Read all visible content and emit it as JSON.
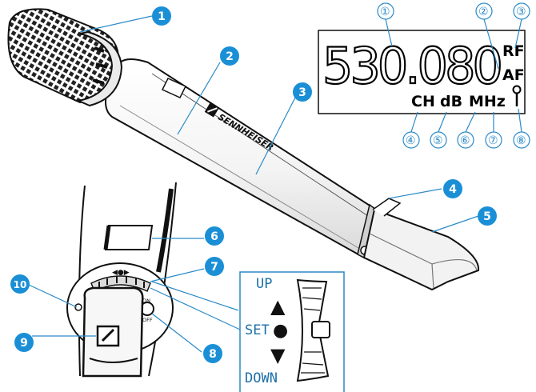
{
  "mic_callouts": [
    "1",
    "2",
    "3",
    "4",
    "5",
    "6",
    "7",
    "8",
    "9",
    "10"
  ],
  "lcd": {
    "frequency": "530.080",
    "rf_label": "RF",
    "af_label": "AF",
    "units": [
      "CH",
      "dB",
      "MHz"
    ],
    "callouts": [
      "①",
      "②",
      "③",
      "④",
      "⑤",
      "⑥",
      "⑦",
      "⑧"
    ]
  },
  "brand": "SENNHEISER",
  "controls": {
    "up_label": "UP",
    "set_label": "SET",
    "down_label": "DOWN",
    "on_label": "ON",
    "off_label": "OFF",
    "up_symbol": "▲",
    "set_symbol": "●",
    "down_symbol": "▼"
  },
  "colors": {
    "callout_fill": "#1b8fd6",
    "ring_stroke": "#2a8ac8",
    "control_label": "#1d6fa8",
    "ink": "#111111"
  }
}
